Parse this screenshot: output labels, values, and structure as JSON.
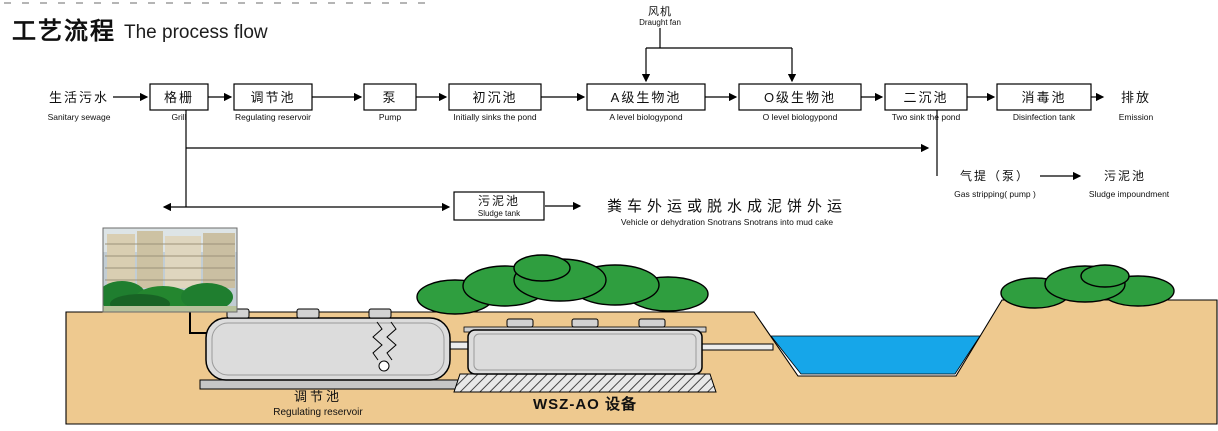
{
  "title": {
    "zh": "工艺流程",
    "en": "The process flow"
  },
  "fan": {
    "zh": "风机",
    "en": "Draught fan"
  },
  "flow": {
    "source": {
      "zh": "生活污水",
      "en": "Sanitary sewage"
    },
    "nodes": [
      {
        "zh": "格栅",
        "en": "Grill"
      },
      {
        "zh": "调节池",
        "en": "Regulating reservoir"
      },
      {
        "zh": "泵",
        "en": "Pump"
      },
      {
        "zh": "初沉池",
        "en": "Initially sinks the pond"
      },
      {
        "zh": "A级生物池",
        "en": "A level biologypond"
      },
      {
        "zh": "O级生物池",
        "en": "O level biologypond"
      },
      {
        "zh": "二沉池",
        "en": "Two sink the pond"
      },
      {
        "zh": "消毒池",
        "en": "Disinfection tank"
      }
    ],
    "outfall": {
      "zh": "排放",
      "en": "Emission"
    }
  },
  "sludge_return": {
    "gas_lift": {
      "zh": "气提（泵）",
      "en": "Gas stripping( pump )"
    },
    "impoundment": {
      "zh": "污泥池",
      "en": "Sludge impoundment"
    }
  },
  "sludge_disposal": {
    "tank": {
      "zh": "污泥池",
      "en": "Sludge tank"
    },
    "note": {
      "zh": "粪车外运或脱水成泥饼外运",
      "en": "Vehicle or dehydration Snotrans Snotrans into mud cake"
    }
  },
  "section": {
    "regulating_tank": {
      "zh": "调节池",
      "en": "Regulating reservoir"
    },
    "equipment": {
      "label": "WSZ-AO 设备"
    }
  },
  "colors": {
    "ground": "#eec98f",
    "water": "#16a6e9",
    "bush": "#2f9e3f",
    "tank": "#dcdcdc"
  }
}
